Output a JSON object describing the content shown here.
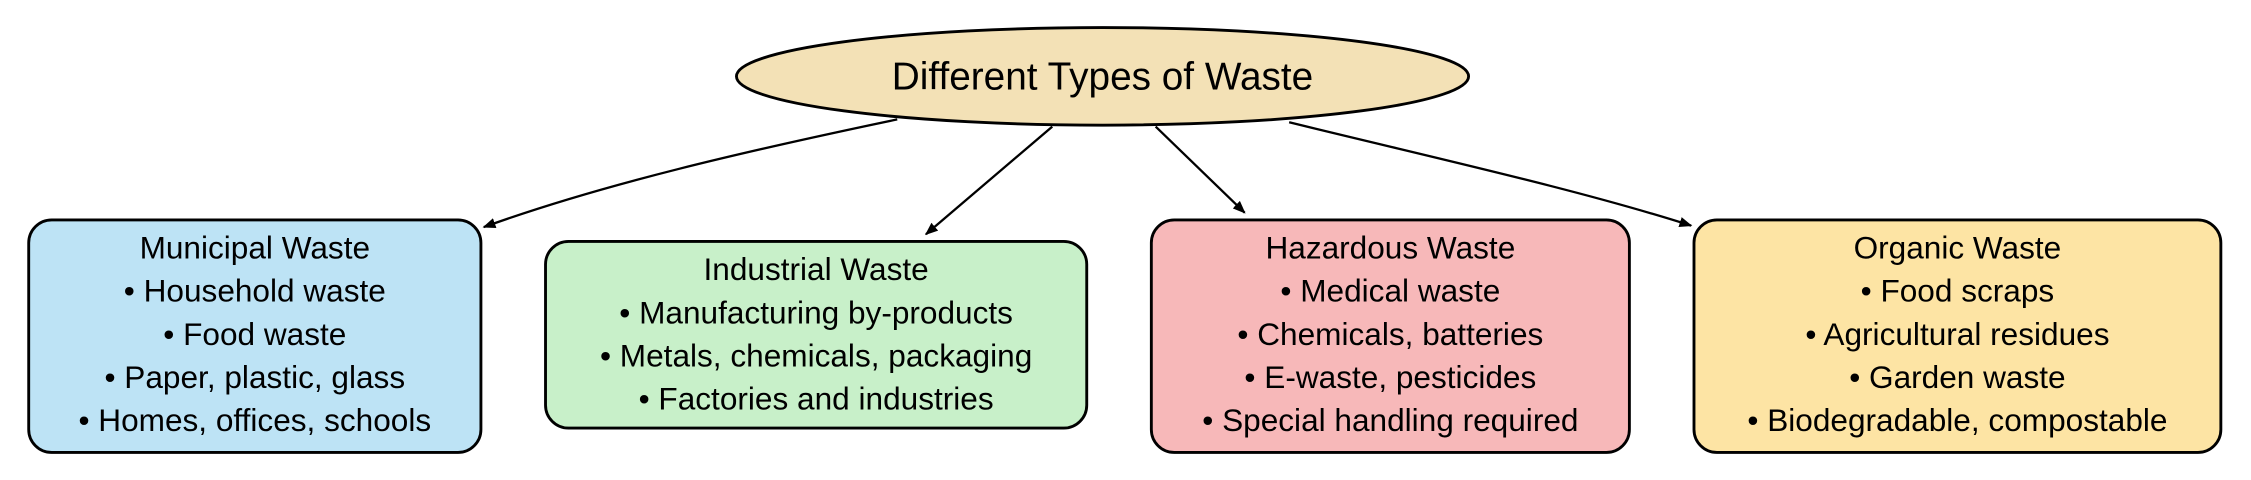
{
  "root": {
    "label": "Different Types of Waste",
    "color": "#f3e1b6"
  },
  "nodes": [
    {
      "title": "Municipal Waste",
      "color": "#bde3f5",
      "items": [
        "• Household waste",
        "• Food waste",
        "• Paper, plastic, glass",
        "• Homes, offices, schools"
      ]
    },
    {
      "title": "Industrial Waste",
      "color": "#c8f0c9",
      "items": [
        "• Manufacturing by-products",
        "• Metals, chemicals, packaging",
        "• Factories and industries"
      ]
    },
    {
      "title": "Hazardous Waste",
      "color": "#f7b8b9",
      "items": [
        "• Medical waste",
        "• Chemicals, batteries",
        "• E-waste, pesticides",
        "• Special handling required"
      ]
    },
    {
      "title": "Organic Waste",
      "color": "#fde4a4",
      "items": [
        "• Food scraps",
        "• Agricultural residues",
        "• Garden waste",
        "• Biodegradable, compostable"
      ]
    }
  ]
}
